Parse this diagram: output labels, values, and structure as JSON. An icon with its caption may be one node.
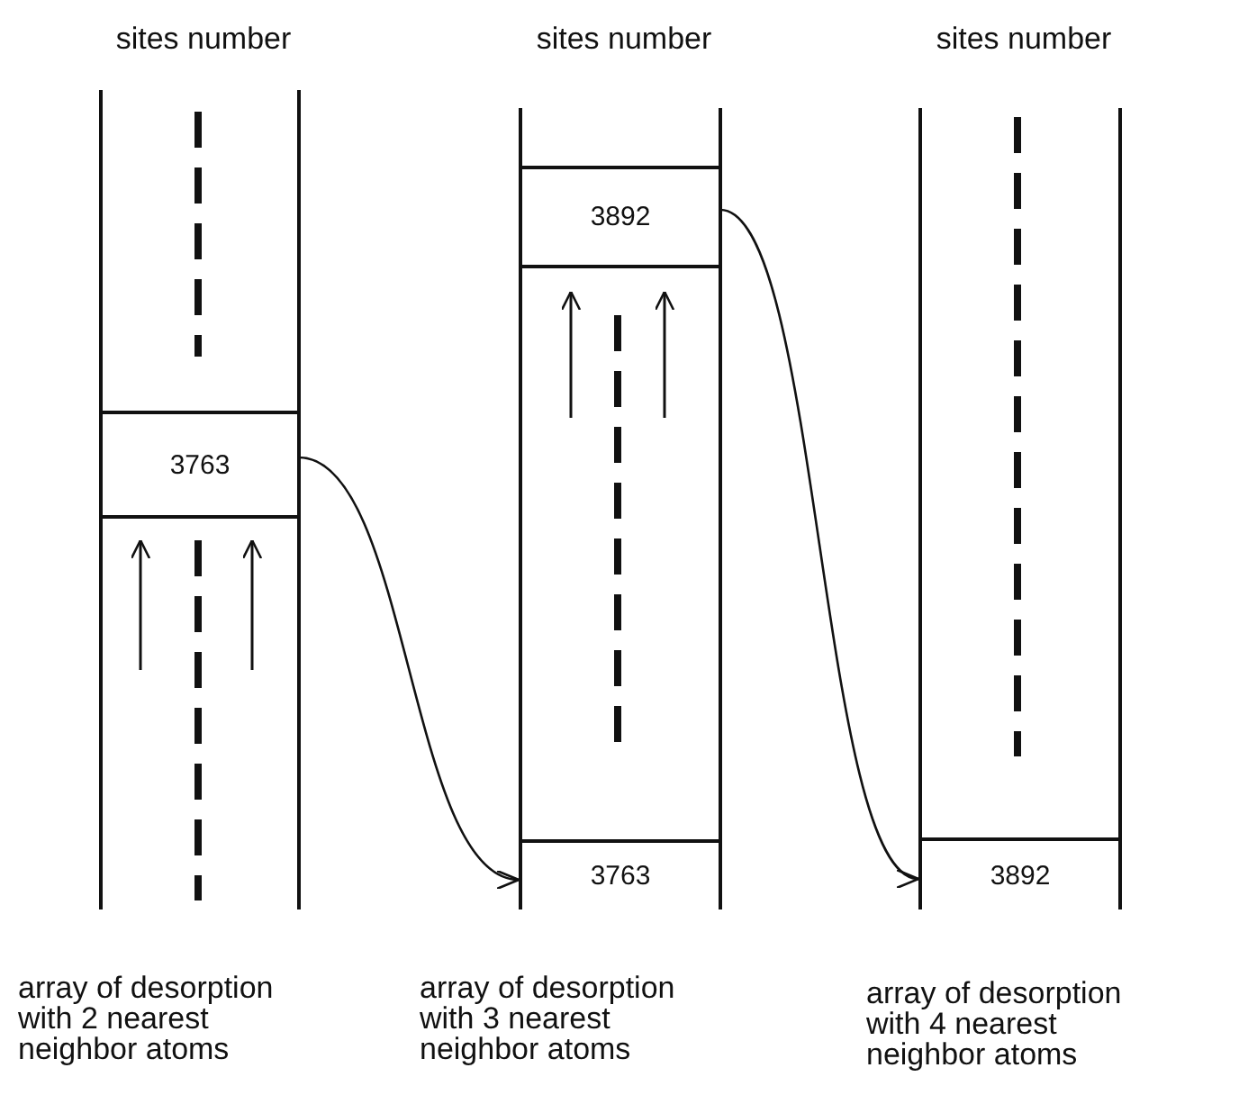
{
  "diagram": {
    "nodes": [
      {
        "text": [
          "sites number"
        ],
        "beside": [
          "array of desorption with 2 nearest neighbor atoms"
        ]
      },
      {
        "text": [
          "3763"
        ],
        "in": 0
      },
      {
        "text": [
          "sites number"
        ],
        "beside": [
          "array of desorption with 3 nearest neighbor atoms"
        ]
      },
      {
        "text": [
          "3892"
        ],
        "in": 2
      },
      {
        "text": [
          "3763"
        ],
        "in": 2
      },
      {
        "text": [
          "sites number"
        ],
        "beside": [
          "array of desorption with 4 nearest neighbor atoms"
        ]
      },
      {
        "text": [
          "3892"
        ],
        "in": 5
      }
    ],
    "edges": [
      {
        "from": 1,
        "to": 4,
        "arrow": "to"
      },
      {
        "from": 3,
        "to": 6,
        "arrow": "to"
      }
    ]
  }
}
